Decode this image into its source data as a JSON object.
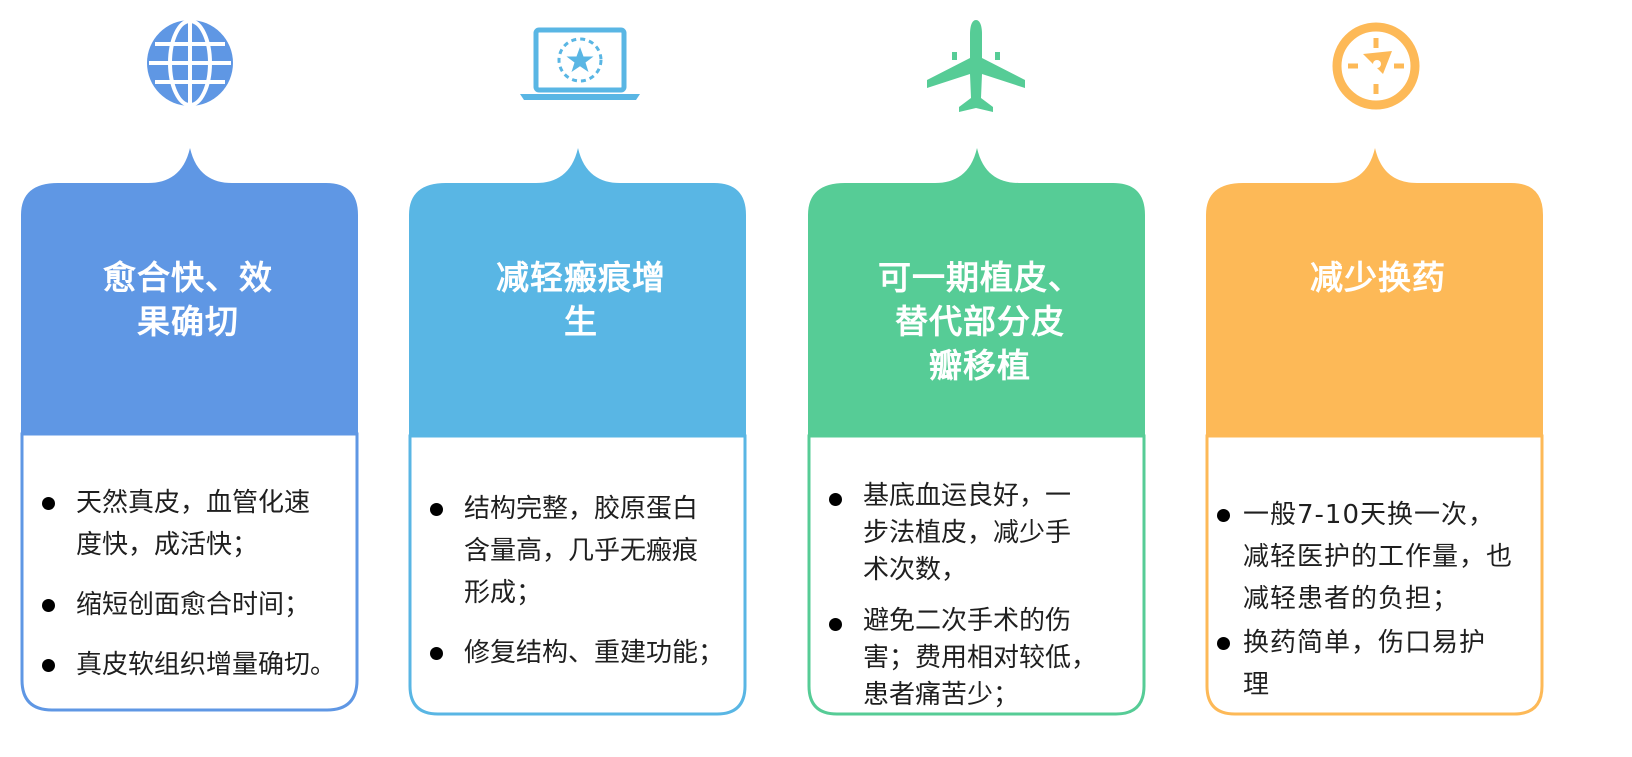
{
  "colors": {
    "card1": "#5f97e4",
    "card2": "#59b6e4",
    "card3": "#56cc96",
    "card4": "#fdb957"
  },
  "icons": [
    "globe-icon",
    "laptop-star-icon",
    "airplane-icon",
    "compass-icon"
  ],
  "cards": [
    {
      "title": "愈合快、效\n果确切",
      "items": [
        "天然真皮，血管化速度快，成活快；",
        "缩短创面愈合时间；",
        "真皮软组织增量确切。"
      ]
    },
    {
      "title": "减轻瘢痕增\n生",
      "items": [
        "结构完整，胶原蛋白含量高，几乎无瘢痕形成；",
        "修复结构、重建功能；"
      ]
    },
    {
      "title": "可一期植皮、\n替代部分皮\n瓣移植",
      "items": [
        "基底血运良好，一步法植皮，减少手术次数，",
        "避免二次手术的伤害；费用相对较低，患者痛苦少；"
      ]
    },
    {
      "title": "减少换药",
      "items": [
        "一般7-10天换一次，减轻医护的工作量，也减轻患者的负担；",
        "换药简单，伤口易护理"
      ]
    }
  ]
}
